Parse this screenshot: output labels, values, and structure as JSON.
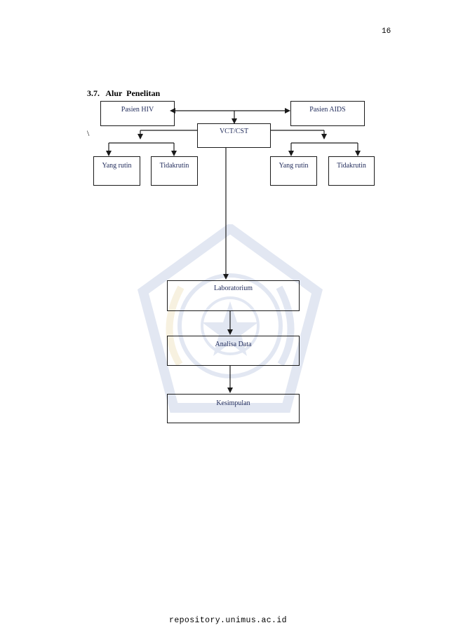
{
  "page": {
    "number": "16",
    "section_heading": "3.7.   Alur  Penelitan",
    "stray_mark": "\\",
    "footer": "repository.unimus.ac.id"
  },
  "flowchart": {
    "nodes": {
      "pasien_hiv": "Pasien HIV",
      "pasien_aids": "Pasien AIDS",
      "vct_cst": "VCT/CST",
      "hiv_rutin": "Yang rutin",
      "hiv_tidak_rutin": "Tidakrutin",
      "aids_rutin": "Yang rutin",
      "aids_tidak_rutin": "Tidakrutin",
      "laboratorium": "Laboratorium",
      "analisa_data": "Analisa Data",
      "kesimpulan": "Kesimpulan"
    }
  },
  "colors": {
    "node_text": "#1f2a5a",
    "line": "#1a1a1a",
    "watermark": "#3b5fa8"
  }
}
